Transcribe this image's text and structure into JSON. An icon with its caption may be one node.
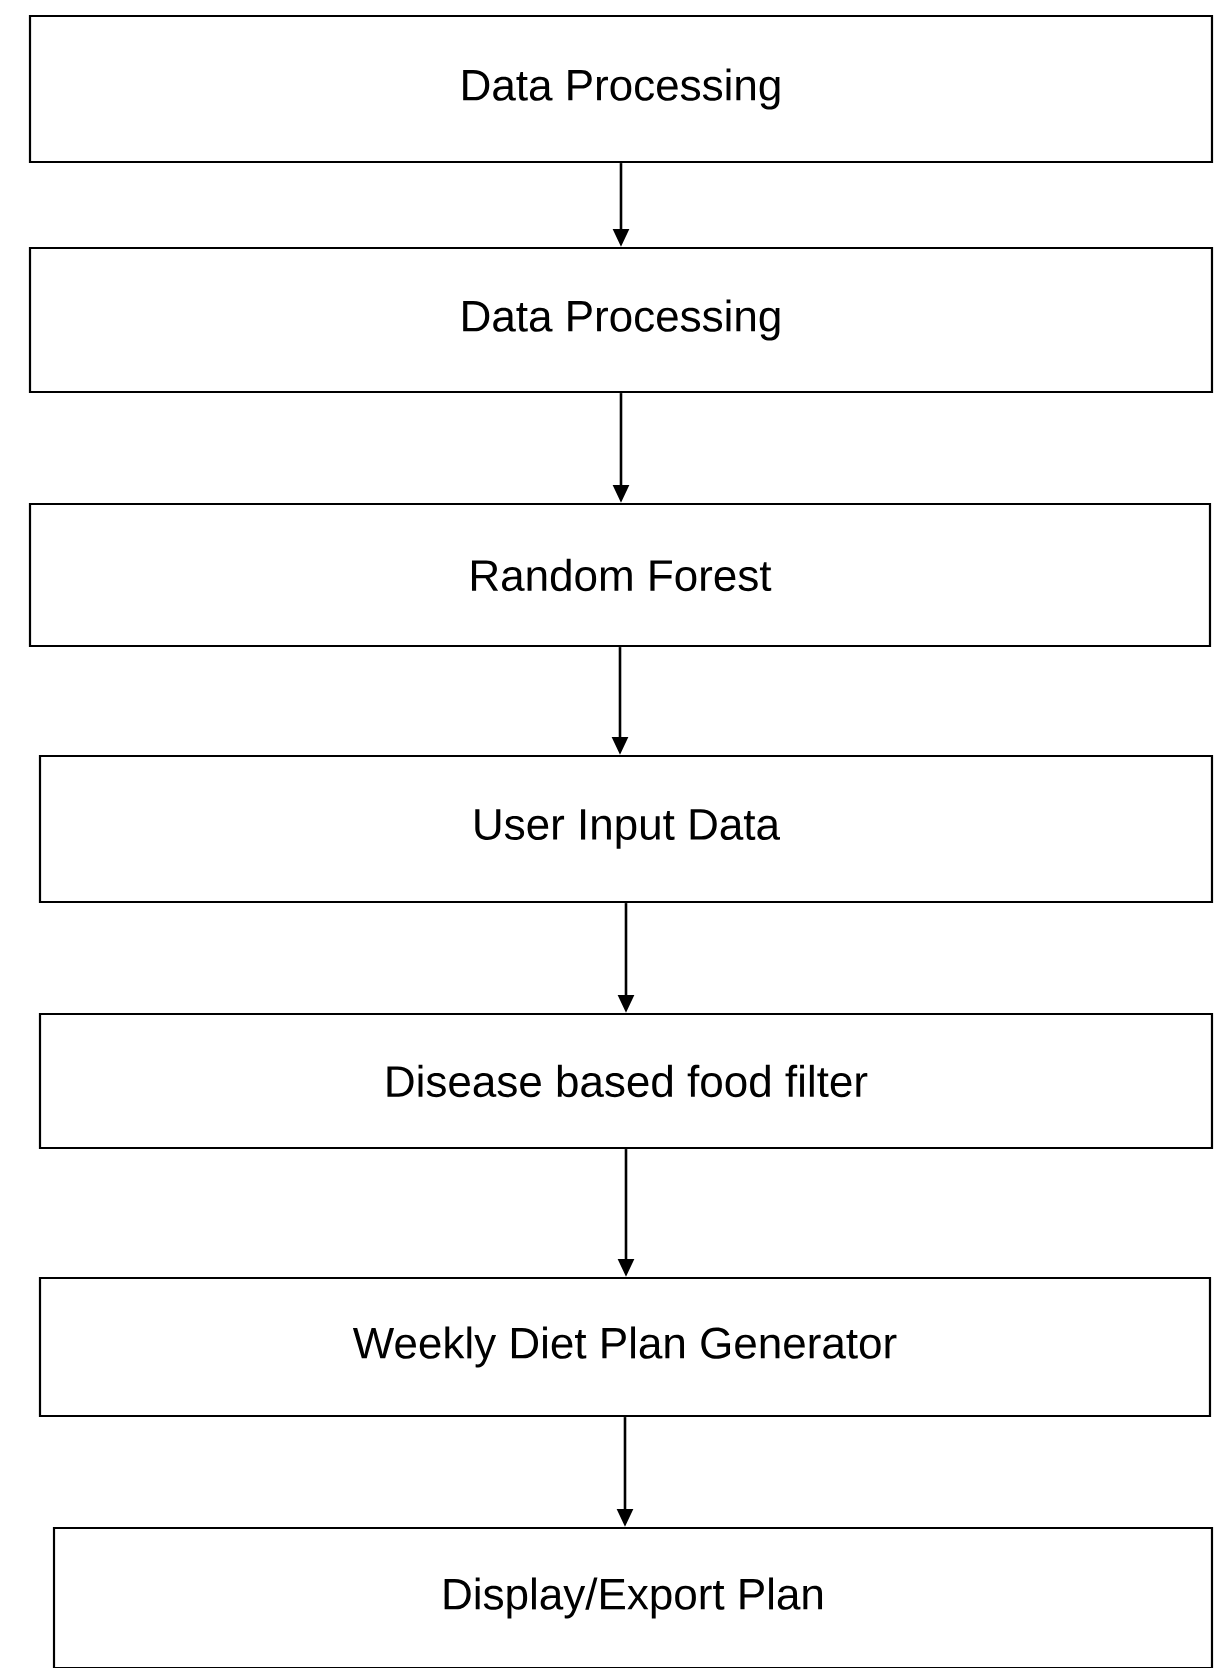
{
  "diagram": {
    "nodes": [
      {
        "text": [
          "Data Processing"
        ]
      },
      {
        "text": [
          "Data Processing"
        ]
      },
      {
        "text": [
          "Random Forest"
        ]
      },
      {
        "text": [
          "User Input Data"
        ]
      },
      {
        "text": [
          "Disease based food filter"
        ]
      },
      {
        "text": [
          "Weekly Diet Plan Generator"
        ]
      },
      {
        "text": [
          "Display/Export Plan"
        ]
      }
    ],
    "edges": [
      {
        "from": 0,
        "to": 1,
        "arrow": "to"
      },
      {
        "from": 1,
        "to": 2,
        "arrow": "to"
      },
      {
        "from": 2,
        "to": 3,
        "arrow": "to"
      },
      {
        "from": 3,
        "to": 4,
        "arrow": "to"
      },
      {
        "from": 4,
        "to": 5,
        "arrow": "to"
      },
      {
        "from": 5,
        "to": 6,
        "arrow": "to"
      }
    ]
  }
}
